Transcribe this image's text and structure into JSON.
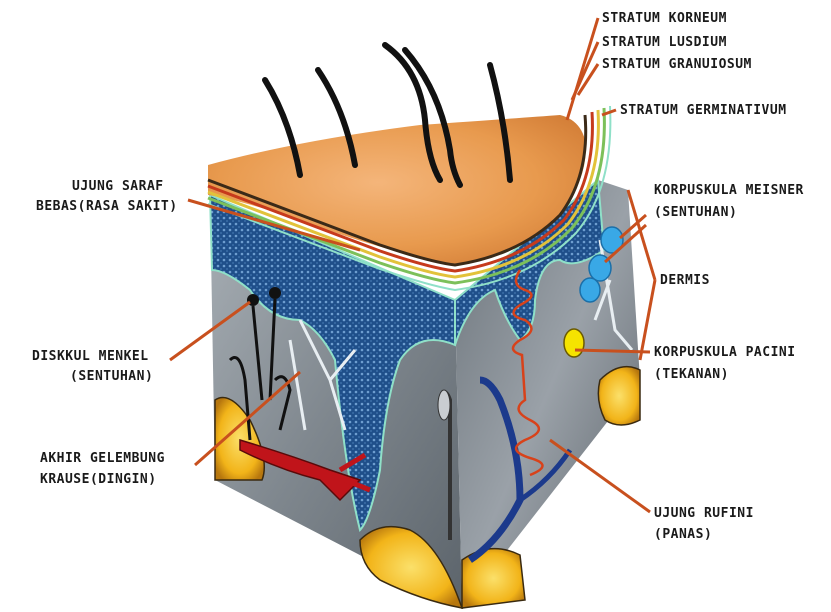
{
  "labels": {
    "stratum_korneum": "STRATUM KORNEUM",
    "stratum_lusdium": "STRATUM LUSDIUM",
    "stratum_granuiosum": "STRATUM GRANUIOSUM",
    "stratum_germinativum": "STRATUM GERMINATIVUM",
    "ujung_saraf_line1": "UJUNG SARAF",
    "ujung_saraf_line2": "BEBAS(RASA SAKIT)",
    "meisner_line1": "KORPUSKULA MEISNER",
    "meisner_line2": "(SENTUHAN)",
    "dermis": "DERMIS",
    "menkel_line1": "DISKKUL MENKEL",
    "menkel_line2": "(SENTUHAN)",
    "pacini_line1": "KORPUSKULA PACINI",
    "pacini_line2": "(TEKANAN)",
    "krause_line1": "AKHIR GELEMBUNG",
    "krause_line2": "KRAUSE(DINGIN)",
    "rufini_line1": "UJUNG RUFINI",
    "rufini_line2": "(PANAS)"
  },
  "colors": {
    "leader_line": "#c8501e",
    "epidermis_top": "#e89a4e",
    "dermis_blue": "#1f4f8a",
    "tissue_gray": "#8e959c",
    "fat_yellow": "#f2b419",
    "vessel_red": "#c0141a",
    "vessel_blue": "#1c3a8c"
  }
}
